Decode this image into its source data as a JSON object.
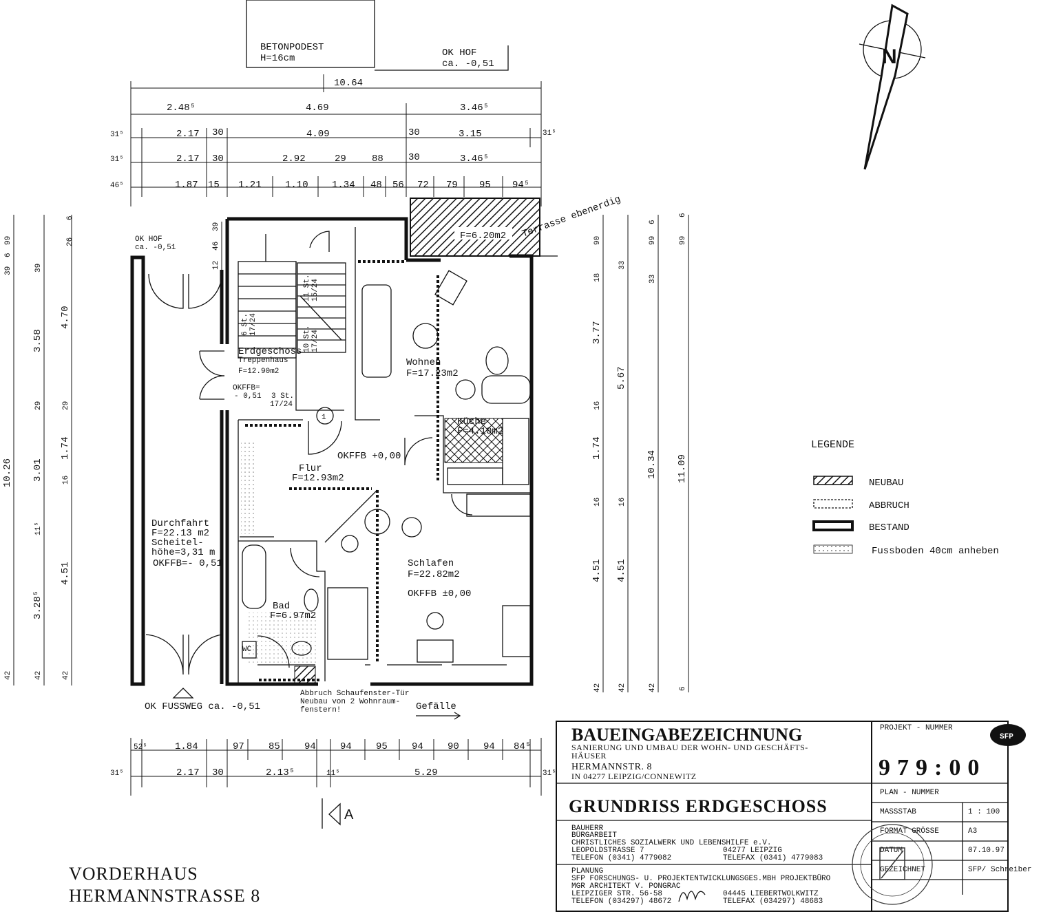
{
  "top": {
    "betonpodest": "BETONPODEST",
    "betonpodest_h": "H=16cm",
    "okhof": "OK HOF",
    "okhof_val": "ca.  -0,51"
  },
  "dims_top": {
    "row0": [
      "10.64"
    ],
    "row1": [
      "2.48⁵",
      "4.69",
      "3.46⁵"
    ],
    "row2": [
      "31⁵",
      "2.17",
      "30",
      "4.09",
      "30",
      "3.15",
      "31⁵"
    ],
    "row3": [
      "31⁵",
      "2.17",
      "30",
      "2.92",
      "29",
      "88",
      "30",
      "3.46⁵"
    ],
    "row4": [
      "46⁵",
      "1.87",
      "15",
      "1.21",
      "1.10",
      "1.34",
      "48",
      "56",
      "72",
      "79",
      "95",
      "94⁵"
    ]
  },
  "dims_bottom": {
    "row1": [
      "52⁵",
      "1.84",
      "97",
      "85",
      "94",
      "94",
      "95",
      "94",
      "90",
      "94",
      "84⁵"
    ],
    "row2": [
      "31⁵",
      "2.17",
      "30",
      "2.13⁵",
      "11⁵",
      "5.29",
      "31⁵"
    ]
  },
  "dims_left": {
    "col1": [
      "10.26",
      "42",
      "39"
    ],
    "col2": [
      "3.58",
      "29",
      "3.01",
      "11⁵",
      "3.28⁵",
      "42",
      "39",
      "6",
      "99"
    ],
    "col3": [
      "4.70",
      "29",
      "1.74",
      "16",
      "4.51",
      "42",
      "26",
      "6"
    ],
    "small": [
      "12",
      "46",
      "39"
    ]
  },
  "dims_right": {
    "col1": [
      "90",
      "18",
      "3.77",
      "16",
      "1.74",
      "16",
      "4.51",
      "42"
    ],
    "col2": [
      "33",
      "5.67",
      "16",
      "4.51",
      "42"
    ],
    "col3": [
      "6",
      "99",
      "33",
      "10.34",
      "42"
    ],
    "col4": [
      "6",
      "99",
      "11.09",
      "6"
    ]
  },
  "rooms": {
    "okhof_left": "OK HOF",
    "okhof_left_val": "ca. -0,51",
    "terrasse": "F=6.20m2",
    "terrasse_label": "Terrasse ebenerdig",
    "treppenhaus_name": "Erdgeschoss",
    "treppenhaus_sub": "Treppenhaus",
    "treppenhaus_area": "F=12.90m2",
    "okffb_left": "OKFFB=",
    "okffb_left_val": "- 0,51",
    "wohnen": "Wohnen",
    "wohnen_area": "F=17.23m2",
    "kueche": "Küche",
    "kueche_area": "F=4.10m2",
    "circle_num": "1",
    "flur_okffb": "OKFFB +0,00",
    "flur": "Flur",
    "flur_area": "F=12.93m2",
    "durchfahrt": "Durchfahrt",
    "durchfahrt_area": "F=22.13 m2",
    "scheitel": "Scheitel-",
    "scheitel2": "höhe=3,31  m",
    "durchfahrt_okffb": "OKFFB=- 0,51",
    "schlafen": "Schlafen",
    "schlafen_area": "F=22.82m2",
    "schlafen_okffb": "OKFFB ±0,00",
    "bad": "Bad",
    "bad_area": "F=6.97m2",
    "wc": "WC",
    "stair1": "11 St.",
    "stair1b": "15/24",
    "stair2": "6 St.",
    "stair2b": "17/24",
    "stair3": "10 St.",
    "stair3b": "17/24",
    "stair4": "3 St.",
    "stair4b": "17/24"
  },
  "notes": {
    "abbruch1": "Abbruch Schaufenster-Tür",
    "abbruch2": "Neubau von 2 Wohnraum-",
    "abbruch3": "fenstern!",
    "okfussweg": "OK FUSSWEG ca.  -0,51",
    "gefaelle": "Gefälle",
    "section": "A"
  },
  "legend": {
    "title": "LEGENDE",
    "items": [
      "NEUBAU",
      "ABBRUCH",
      "BESTAND",
      "Fussboden 40cm anheben"
    ]
  },
  "titleblock": {
    "heading": "BAUEINGABEZEICHNUNG",
    "line1": "SANIERUNG UND UMBAU DER WOHN-  UND GESCHÄFTS-",
    "line2": "HÄUSER",
    "line3": "HERMANNSTR. 8",
    "line4": "IN 04277 LEIPZIG/CONNEWITZ",
    "drawing": "GRUNDRISS ERDGESCHOSS",
    "projekt_label": "PROJEKT - NUMMER",
    "projekt_nr": "979:00",
    "plan_label": "PLAN - NUMMER",
    "massstab_label": "MASSSTAB",
    "massstab_val": "1 : 100",
    "format_label": "FORMAT GRÖSSE",
    "format_val": "A3",
    "datum_label": "DATUM",
    "datum_val": "07.10.97",
    "gezeichnet_label": "GEZEICHNET",
    "gezeichnet_val": "SFP/ Schreiber",
    "bauherr_label": "BAUHERR",
    "bauherr1": "BÜRGARBEIT",
    "bauherr2": "CHRISTLICHES SOZIALWERK UND LEBENSHILFE e.V.",
    "bauherr3": "LEOPOLDSTRASSE 7",
    "bauherr3b": "04277 LEIPZIG",
    "bauherr4": "TELEFON (0341) 4779082",
    "bauherr4b": "TELEFAX (0341) 4779083",
    "planung_label": "PLANUNG",
    "planung1": "SFP FORSCHUNGS- U. PROJEKTENTWICKLUNGSGES.MBH PROJEKTBÜRO",
    "planung2": "MGR ARCHITEKT V. PONGRAC",
    "planung3": "LEIPZIGER STR. 56-58",
    "planung3b": "04445 LIEBERTWOLKWITZ",
    "planung4": "TELEFON (034297) 48672",
    "planung4b": "TELEFAX (034297) 48683",
    "logo": "SFP"
  },
  "caption": {
    "line1": "VORDERHAUS",
    "line2": "HERMANNSTRASSE  8"
  },
  "north": "N"
}
